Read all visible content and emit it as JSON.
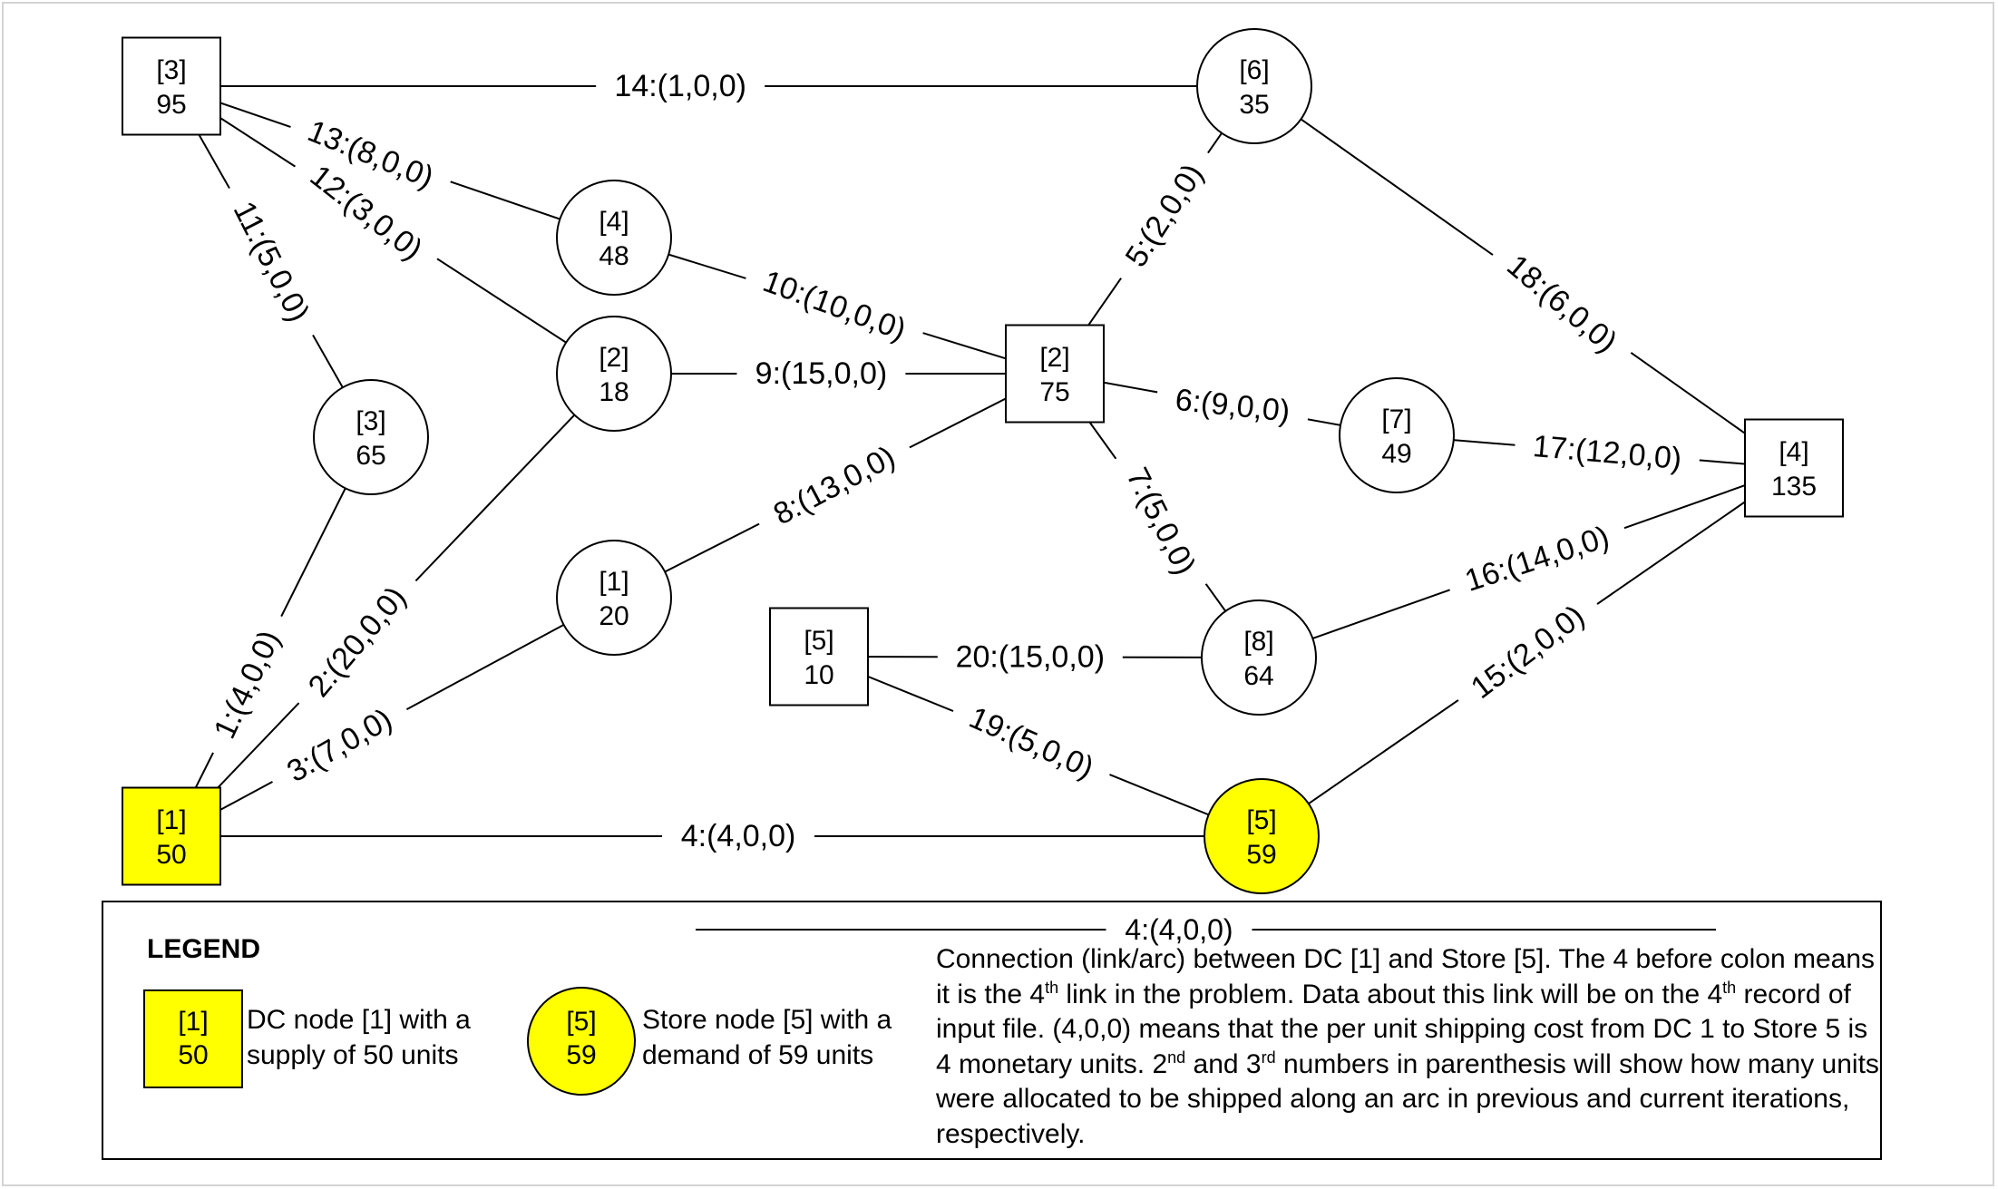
{
  "nodes": [
    {
      "id": "dc-3",
      "kind": "dc",
      "label": "[3]",
      "value": "95",
      "highlight": false
    },
    {
      "id": "dc-2",
      "kind": "dc",
      "label": "[2]",
      "value": "75",
      "highlight": false
    },
    {
      "id": "dc-5",
      "kind": "dc",
      "label": "[5]",
      "value": "10",
      "highlight": false
    },
    {
      "id": "dc-4",
      "kind": "dc",
      "label": "[4]",
      "value": "135",
      "highlight": false
    },
    {
      "id": "dc-1",
      "kind": "dc",
      "label": "[1]",
      "value": "50",
      "highlight": true
    },
    {
      "id": "store-6",
      "kind": "store",
      "label": "[6]",
      "value": "35",
      "highlight": false
    },
    {
      "id": "store-4",
      "kind": "store",
      "label": "[4]",
      "value": "48",
      "highlight": false
    },
    {
      "id": "store-2",
      "kind": "store",
      "label": "[2]",
      "value": "18",
      "highlight": false
    },
    {
      "id": "store-3",
      "kind": "store",
      "label": "[3]",
      "value": "65",
      "highlight": false
    },
    {
      "id": "store-7",
      "kind": "store",
      "label": "[7]",
      "value": "49",
      "highlight": false
    },
    {
      "id": "store-1",
      "kind": "store",
      "label": "[1]",
      "value": "20",
      "highlight": false
    },
    {
      "id": "store-8",
      "kind": "store",
      "label": "[8]",
      "value": "64",
      "highlight": false
    },
    {
      "id": "store-5",
      "kind": "store",
      "label": "[5]",
      "value": "59",
      "highlight": true
    }
  ],
  "links": [
    {
      "label": "1:(4,0,0)",
      "from": "dc-1",
      "to": "store-3"
    },
    {
      "label": "2:(20,0,0)",
      "from": "dc-1",
      "to": "store-2"
    },
    {
      "label": "3:(7,0,0)",
      "from": "dc-1",
      "to": "store-1"
    },
    {
      "label": "4:(4,0,0)",
      "from": "dc-1",
      "to": "store-5"
    },
    {
      "label": "5:(2,0,0)",
      "from": "dc-2",
      "to": "store-6"
    },
    {
      "label": "6:(9,0,0)",
      "from": "dc-2",
      "to": "store-7"
    },
    {
      "label": "7:(5,0,0)",
      "from": "dc-2",
      "to": "store-8"
    },
    {
      "label": "8:(13,0,0)",
      "from": "dc-2",
      "to": "store-1"
    },
    {
      "label": "9:(15,0,0)",
      "from": "dc-2",
      "to": "store-2"
    },
    {
      "label": "10:(10,0,0)",
      "from": "dc-2",
      "to": "store-4"
    },
    {
      "label": "11:(5,0,0)",
      "from": "dc-3",
      "to": "store-3"
    },
    {
      "label": "12:(3,0,0)",
      "from": "dc-3",
      "to": "store-2"
    },
    {
      "label": "13:(8,0,0)",
      "from": "dc-3",
      "to": "store-4"
    },
    {
      "label": "14:(1,0,0)",
      "from": "dc-3",
      "to": "store-6"
    },
    {
      "label": "15:(2,0,0)",
      "from": "dc-4",
      "to": "store-5"
    },
    {
      "label": "16:(14,0,0)",
      "from": "dc-4",
      "to": "store-8"
    },
    {
      "label": "17:(12,0,0)",
      "from": "dc-4",
      "to": "store-7"
    },
    {
      "label": "18:(6,0,0)",
      "from": "dc-4",
      "to": "store-6"
    },
    {
      "label": "19:(5,0,0)",
      "from": "dc-5",
      "to": "store-5"
    },
    {
      "label": "20:(15,0,0)",
      "from": "dc-5",
      "to": "store-8"
    }
  ],
  "legend": {
    "title": "LEGEND",
    "dc_example": {
      "label": "[1]",
      "value": "50"
    },
    "dc_description": "DC node [1] with a supply of 50 units",
    "store_example": {
      "label": "[5]",
      "value": "59"
    },
    "store_description": "Store node [5] with a demand of 59 units",
    "link_example_label": "4:(4,0,0)",
    "link_description": {
      "part1": "Connection (link/arc) between DC [1] and Store [5]. The 4 before colon means it is the 4",
      "sup1": "th",
      "part2": " link in the problem. Data about this link will be on the 4",
      "sup2": "th",
      "part3": " record of input file. (4,0,0) means that the per unit shipping cost from DC 1 to Store 5 is 4 monetary units. 2",
      "sup3": "nd",
      "part4": " and 3",
      "sup4": "rd",
      "part5": " numbers in parenthesis will show how many units were allocated to be shipped along an arc in previous and current iterations, respectively."
    }
  },
  "colors": {
    "highlight": "#ffff00",
    "stroke": "#000000",
    "background": "#ffffff"
  }
}
